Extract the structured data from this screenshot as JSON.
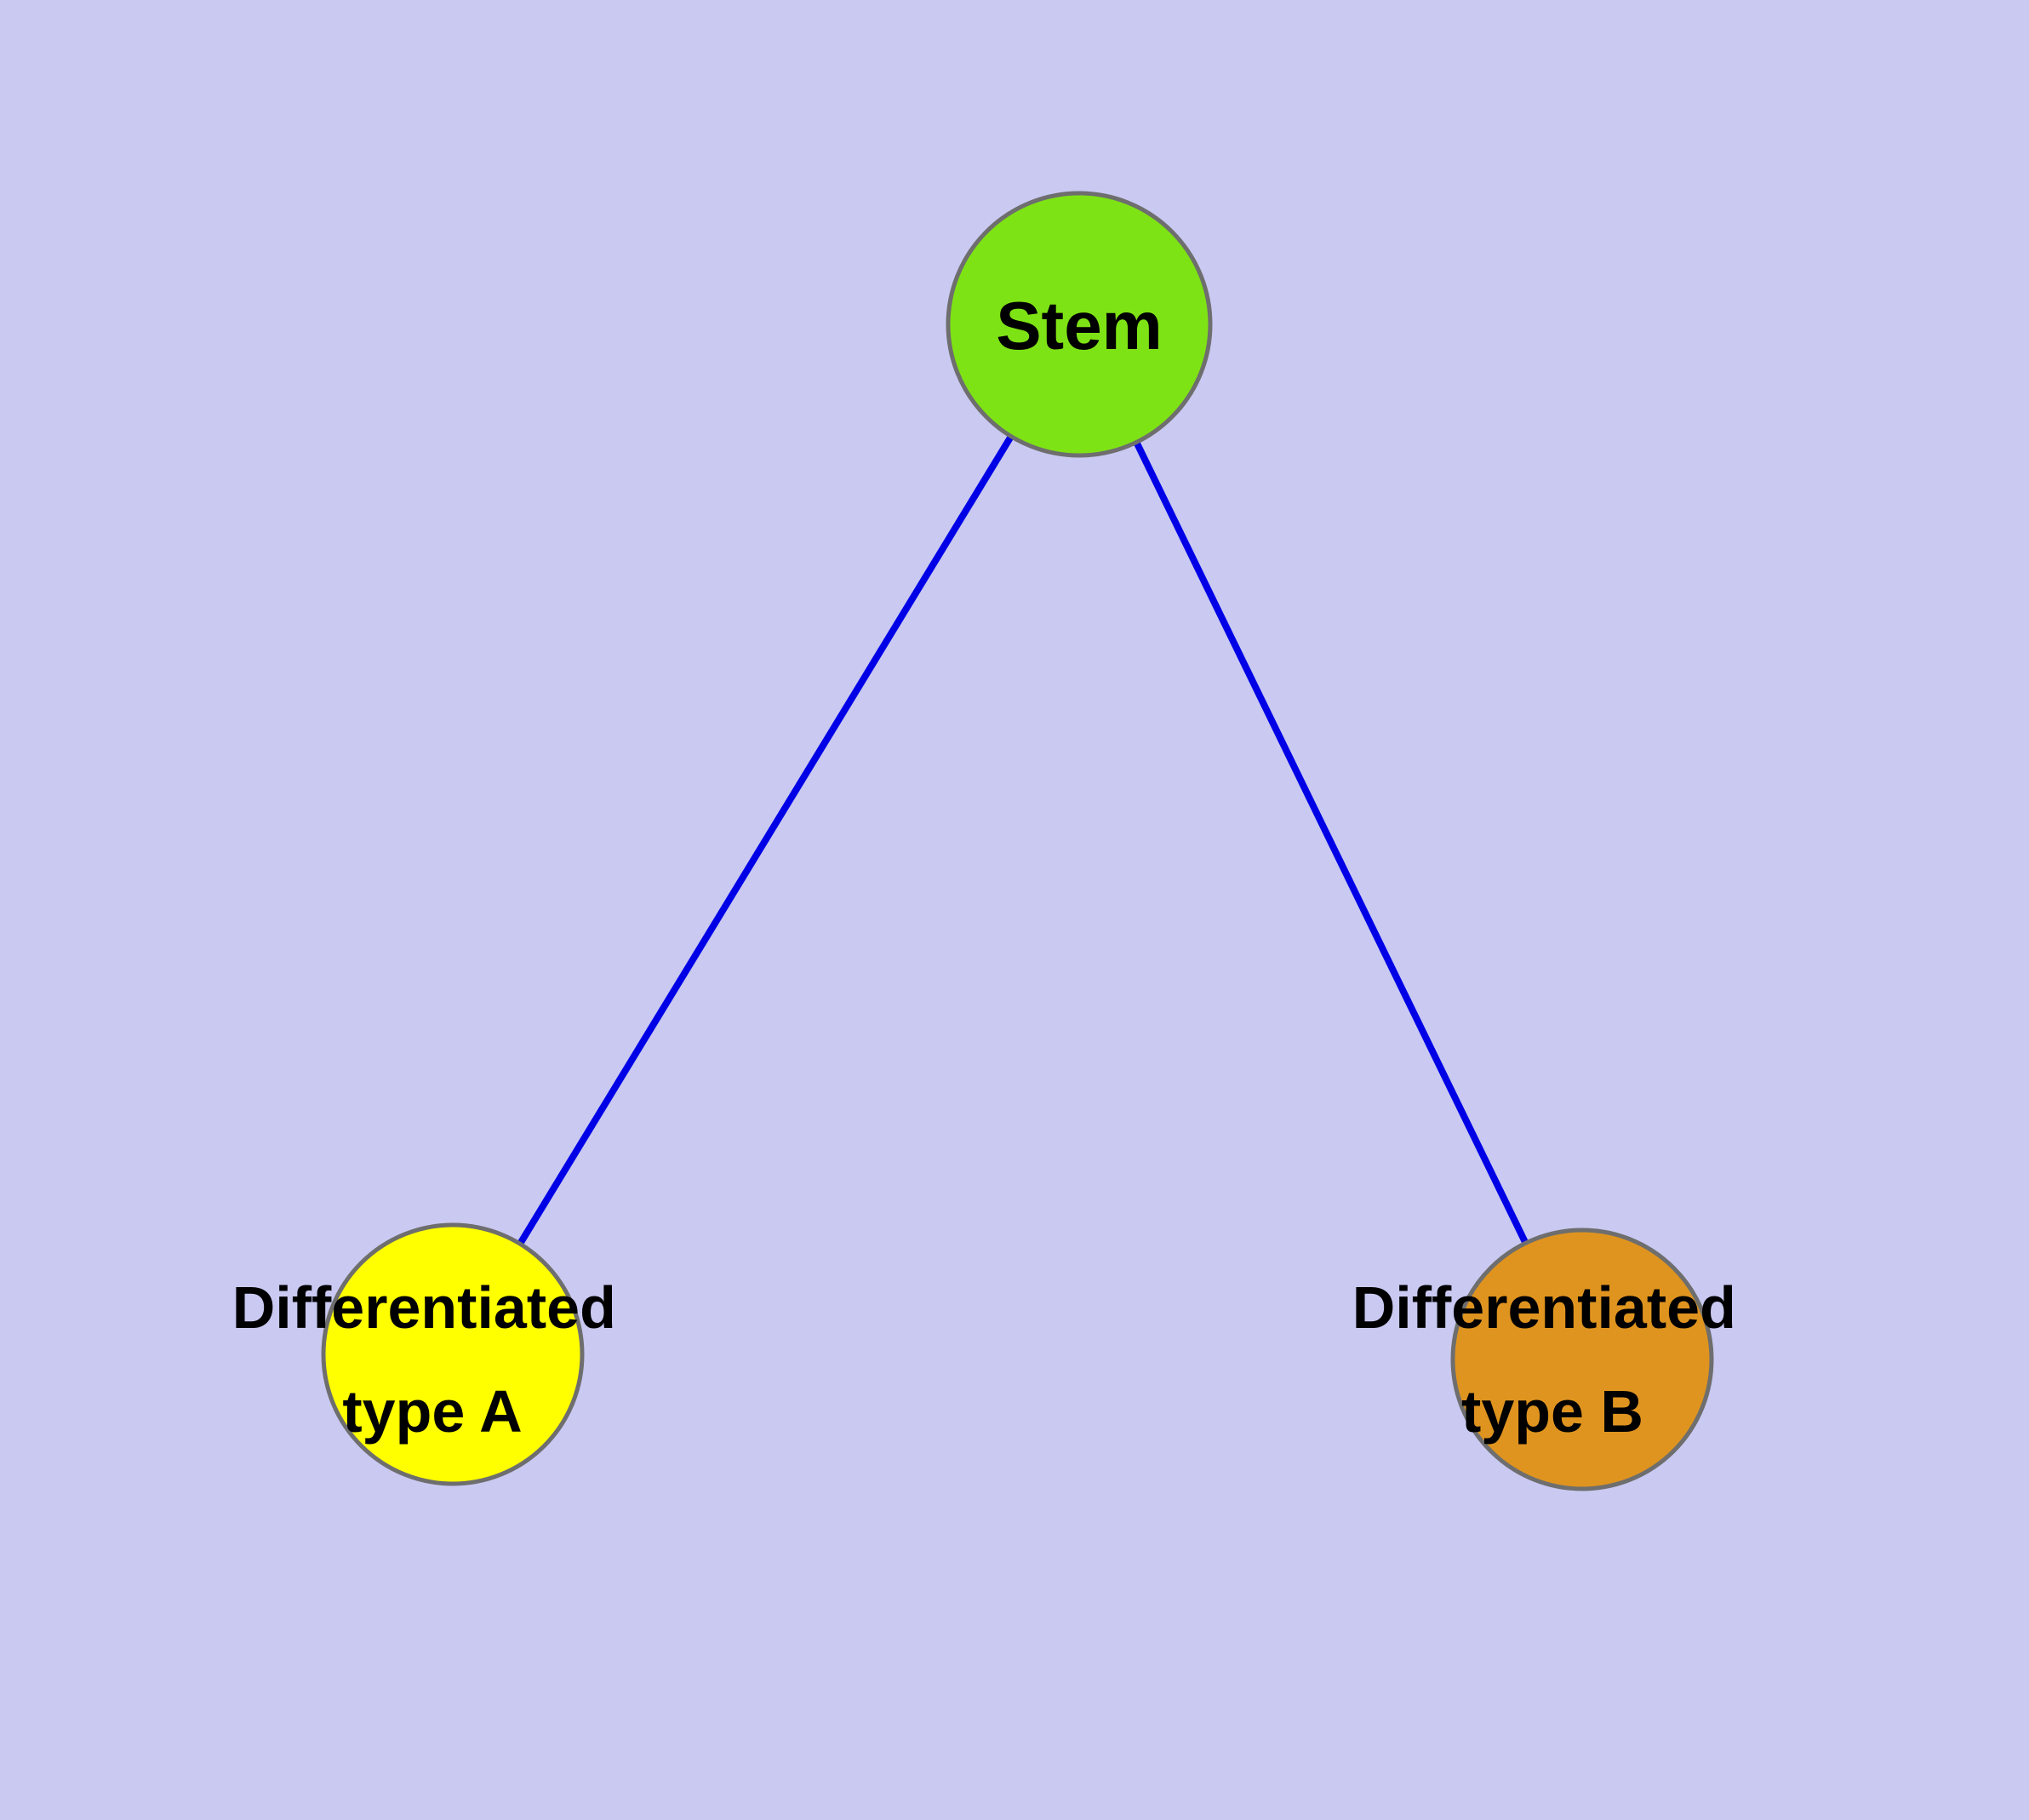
{
  "diagram": {
    "background_color": "#C9C9F2",
    "edge_color": "#0000E6",
    "node_border_color": "#6E6E6E",
    "label_color": "#000000",
    "nodes": {
      "stem": {
        "label": "Stem",
        "color": "#7EE314"
      },
      "type_a": {
        "label": "Differentiated type A",
        "label_line1": "Differentiated",
        "label_line2": "type A",
        "color": "#FFFF00"
      },
      "type_b": {
        "label": "Differentiated type B",
        "label_line1": "Differentiated",
        "label_line2": "type B",
        "color": "#DF941F"
      }
    },
    "edges": [
      {
        "from": "Stem",
        "to": "Differentiated type A"
      },
      {
        "from": "Stem",
        "to": "Differentiated type B"
      }
    ]
  }
}
